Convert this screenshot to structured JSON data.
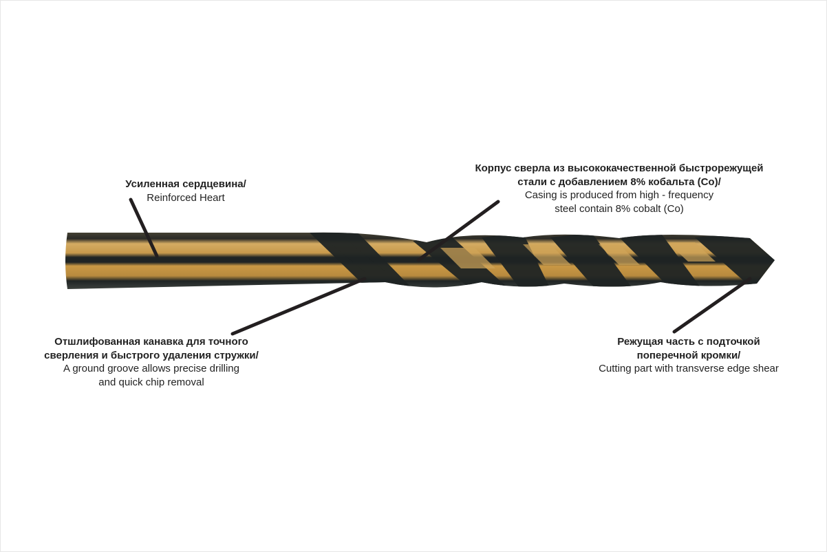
{
  "colors": {
    "gold": "#c9a052",
    "dark": "#1f2424",
    "line": "#231f20"
  },
  "annotations": [
    {
      "id": "reinforced-heart",
      "ru": [
        "Усиленная сердцевина/"
      ],
      "en": [
        "Reinforced Heart"
      ]
    },
    {
      "id": "casing",
      "ru": [
        "Корпус сверла из высококачественной быстрорежущей",
        "стали с добавлением 8% кобальта (Co)/"
      ],
      "en": [
        "Casing is produced from high - frequency",
        "steel contain 8% cobalt (Co)"
      ]
    },
    {
      "id": "ground-groove",
      "ru": [
        "Отшлифованная канавка для точного",
        "сверления и быстрого удаления стружки/"
      ],
      "en": [
        "A ground groove allows precise drilling",
        "and quick chip removal"
      ]
    },
    {
      "id": "cutting-part",
      "ru": [
        "Режущая часть с подточкой",
        "поперечной кромки/"
      ],
      "en": [
        "Cutting part with transverse edge shear"
      ]
    }
  ]
}
